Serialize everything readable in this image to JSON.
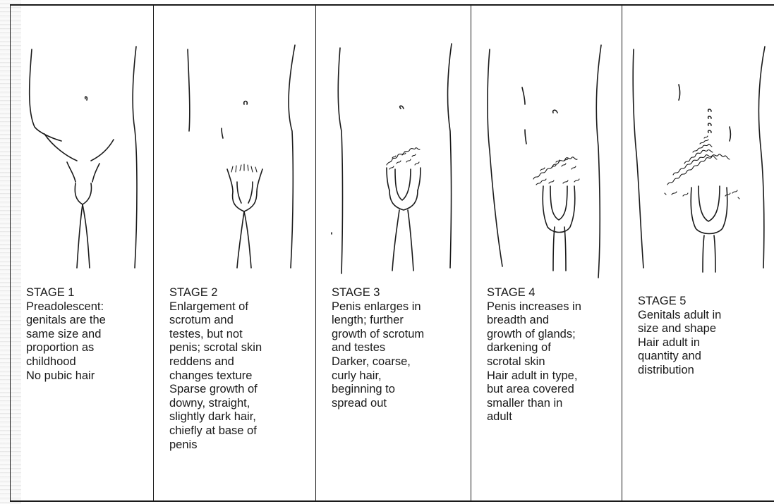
{
  "stages": [
    {
      "title": "STAGE 1",
      "lines": [
        "Preadolescent:",
        "genitals are the",
        "same size and",
        "proportion as",
        "childhood",
        "No pubic hair"
      ]
    },
    {
      "title": "STAGE 2",
      "lines": [
        "Enlargement of",
        "scrotum and",
        "testes, but not",
        "penis; scrotal skin",
        "reddens and",
        "changes texture",
        "Sparse growth of",
        "downy, straight,",
        "slightly dark hair,",
        "chiefly at base of",
        "penis"
      ]
    },
    {
      "title": "STAGE 3",
      "lines": [
        "Penis enlarges in",
        "length; further",
        "growth of scrotum",
        "and testes",
        "Darker, coarse,",
        "curly hair,",
        "beginning to",
        "spread out"
      ]
    },
    {
      "title": "STAGE 4",
      "lines": [
        "Penis increases in",
        "breadth and",
        "growth of glands;",
        "darkening of",
        "scrotal skin",
        "Hair adult in type,",
        "but area covered",
        "smaller than in",
        "adult"
      ]
    },
    {
      "title": "STAGE 5",
      "lines": [
        "Genitals adult in",
        "size and shape",
        "Hair adult in",
        "quantity and",
        "distribution"
      ]
    }
  ]
}
